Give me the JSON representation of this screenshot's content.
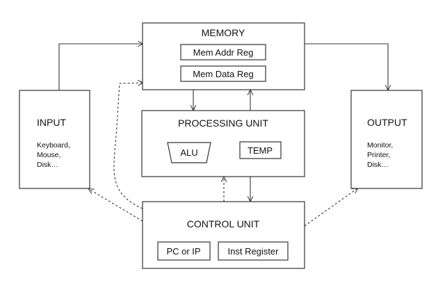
{
  "memory": {
    "title": "MEMORY",
    "registers": [
      "Mem Addr Reg",
      "Mem Data Reg"
    ]
  },
  "processing_unit": {
    "title": "PROCESSING UNIT",
    "alu": "ALU",
    "temp": "TEMP"
  },
  "control_unit": {
    "title": "CONTROL UNIT",
    "pc": "PC or IP",
    "inst": "Inst Register"
  },
  "input": {
    "title": "INPUT",
    "devices": [
      "Keyboard,",
      "Mouse,",
      "Disk…"
    ]
  },
  "output": {
    "title": "OUTPUT",
    "devices": [
      "Monitor,",
      "Printer,",
      "Disk…"
    ]
  }
}
